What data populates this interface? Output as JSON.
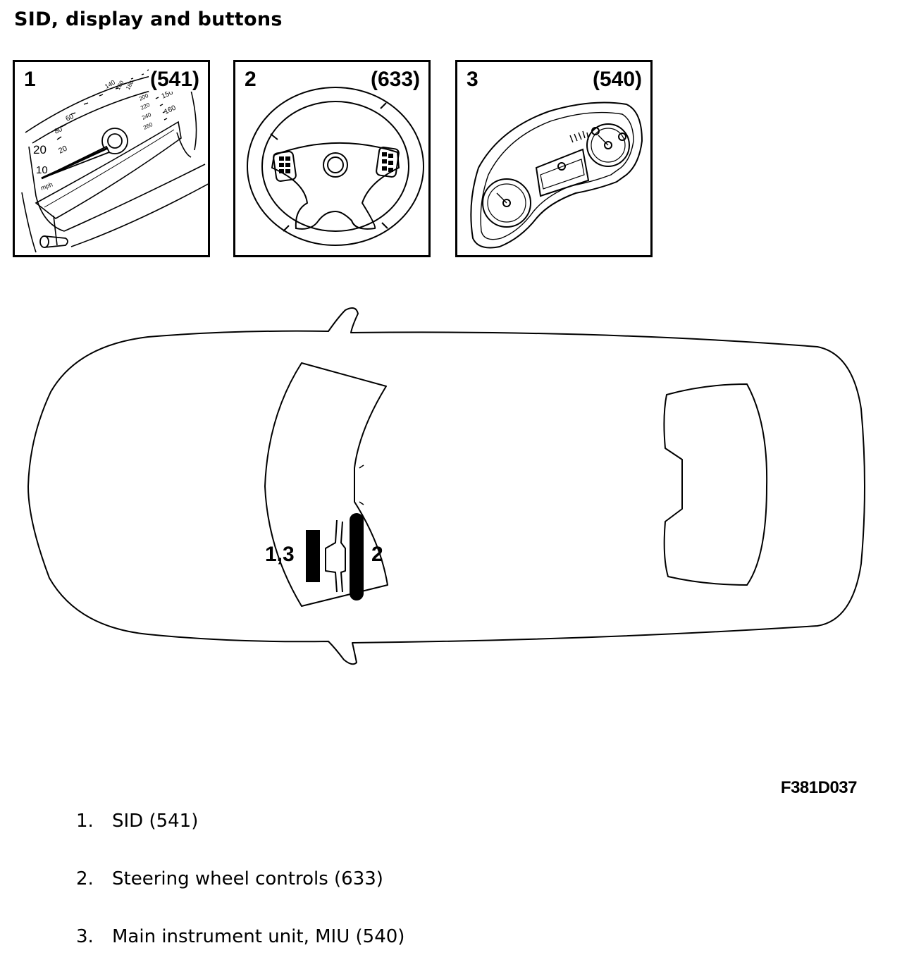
{
  "title": "SID, display and buttons",
  "panels": [
    {
      "number": "1",
      "code": "(541)"
    },
    {
      "number": "2",
      "code": "(633)"
    },
    {
      "number": "3",
      "code": "(540)"
    }
  ],
  "gauge_labels": {
    "speed": [
      "10",
      "20",
      "20",
      "40",
      "60",
      "80",
      "100",
      "140",
      "160",
      "180",
      "200",
      "220",
      "240",
      "260"
    ],
    "mph": [
      "150",
      "160"
    ],
    "unit": "mph"
  },
  "car_labels": {
    "left": "1,3",
    "right": "2"
  },
  "figure_code": "F381D037",
  "legend": [
    {
      "number": "1.",
      "text": "SID (541)"
    },
    {
      "number": "2.",
      "text": "Steering wheel controls (633)"
    },
    {
      "number": "3.",
      "text": "Main instrument unit, MIU (540)"
    }
  ]
}
